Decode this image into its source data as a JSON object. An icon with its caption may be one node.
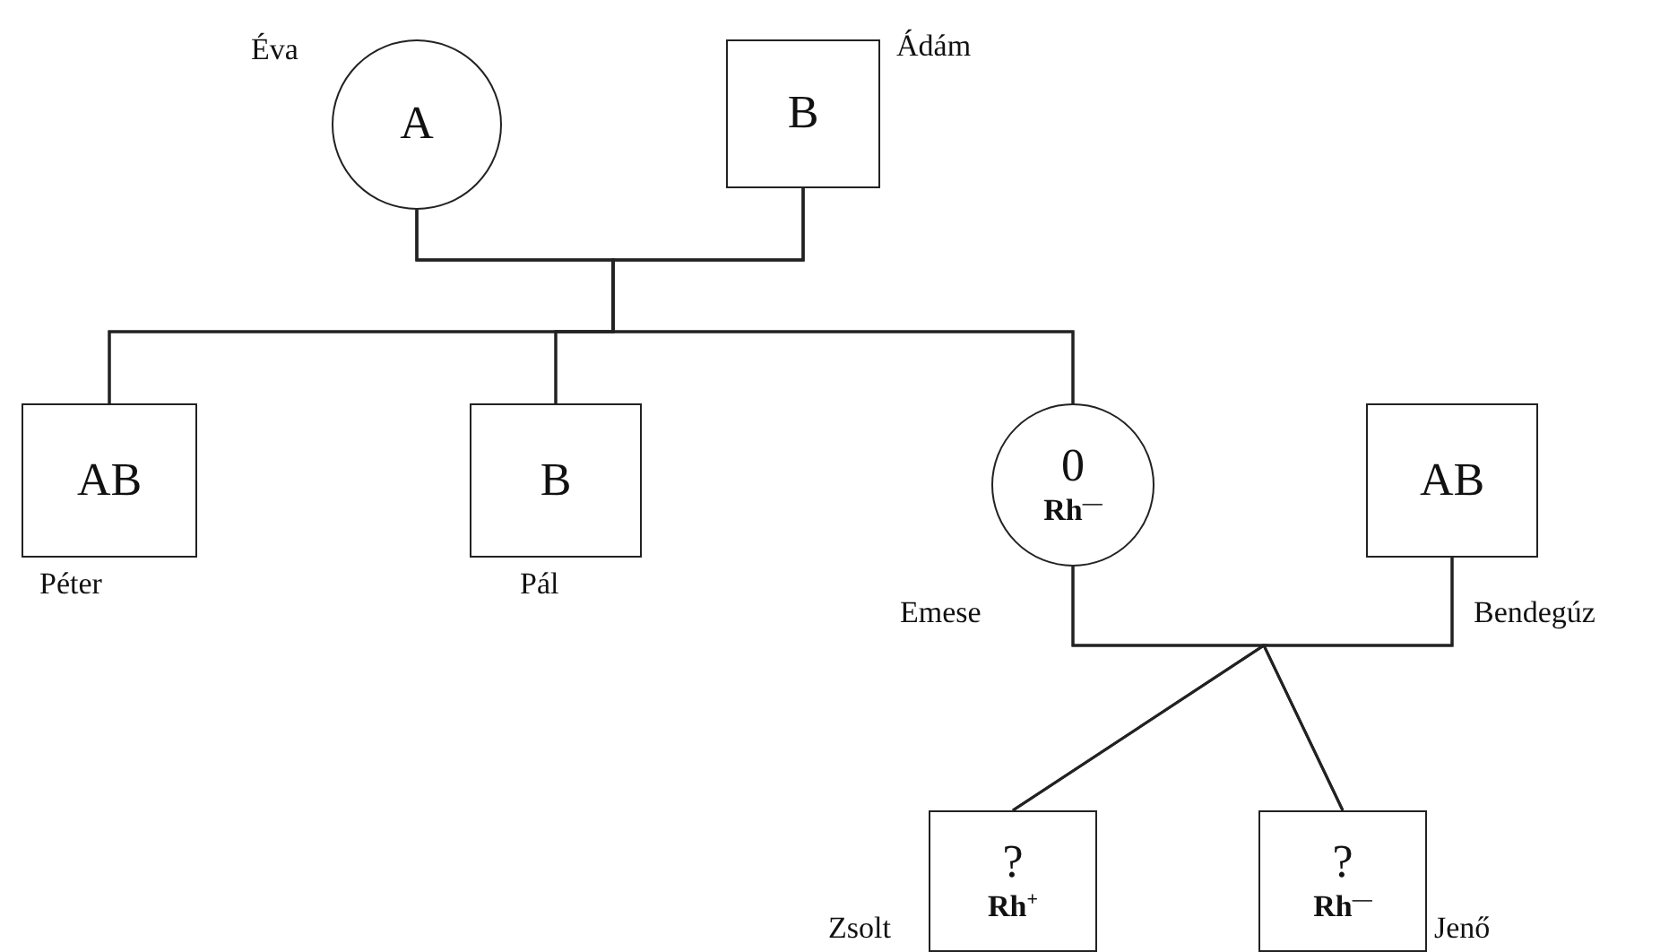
{
  "diagram": {
    "nodes": [
      {
        "text": [
          "A"
        ],
        "beside": [
          "Éva"
        ]
      },
      {
        "text": [
          "B"
        ],
        "beside": [
          "Ádám"
        ]
      },
      {
        "text": [
          "AB"
        ],
        "beside": [
          "Péter"
        ]
      },
      {
        "text": [
          "B"
        ],
        "beside": [
          "Pál"
        ]
      },
      {
        "text": [
          "0",
          "Rh$^{—}$"
        ],
        "beside": [
          "Emese"
        ]
      },
      {
        "text": [
          "AB"
        ],
        "beside": [
          "Bendegúz"
        ]
      },
      {
        "text": [
          "?",
          "Rh$^{+}$"
        ],
        "beside": [
          "Zsolt"
        ]
      },
      {
        "text": [
          "?",
          "Rh$^{—}$"
        ],
        "beside": [
          "Jenő"
        ]
      }
    ],
    "edges": [
      {
        "from": 0,
        "to": 2,
        "arrow": "none"
      },
      {
        "from": 0,
        "to": 3,
        "arrow": "none"
      },
      {
        "from": 0,
        "to": 4,
        "arrow": "none"
      },
      {
        "from": 1,
        "to": 2,
        "arrow": "none"
      },
      {
        "from": 1,
        "to": 3,
        "arrow": "none"
      },
      {
        "from": 1,
        "to": 4,
        "arrow": "none"
      },
      {
        "from": 4,
        "to": 6,
        "arrow": "none"
      },
      {
        "from": 4,
        "to": 7,
        "arrow": "none"
      },
      {
        "from": 5,
        "to": 6,
        "arrow": "none"
      },
      {
        "from": 5,
        "to": 7,
        "arrow": "none"
      }
    ]
  }
}
